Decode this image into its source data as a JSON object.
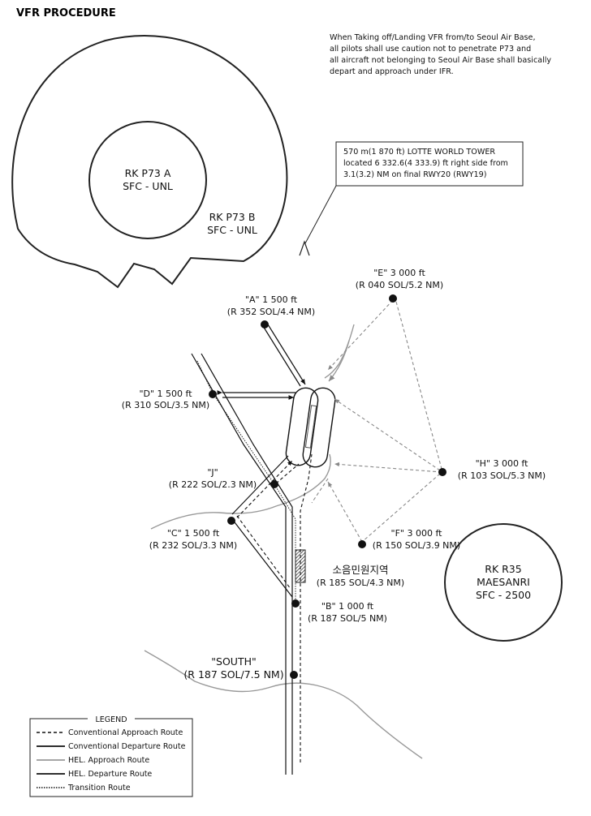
{
  "title": "VFR  PROCEDURE",
  "caution_note": [
    "When Taking off/Landing VFR from/to Seoul Air Base,",
    "all pilots shall use caution not to penetrate P73 and",
    "all aircraft not belonging to Seoul Air Base shall basically",
    "depart and approach under IFR."
  ],
  "tower_note": [
    "570 m(1 870 ft) LOTTE WORLD TOWER",
    "located 6 332.6(4 333.9) ft right side from",
    "3.1(3.2) NM on final RWY20 (RWY19)"
  ],
  "airspace": {
    "p73a": {
      "name": "RK P73 A",
      "limits": "SFC - UNL"
    },
    "p73b": {
      "name": "RK P73 B",
      "limits": "SFC - UNL"
    },
    "r35": {
      "name": "RK R35",
      "place": "MAESANRI",
      "limits": "SFC - 2500"
    }
  },
  "points": {
    "A": {
      "label": "\"A\" 1 500 ft",
      "radial": "(R 352 SOL/4.4 NM)"
    },
    "E": {
      "label": "\"E\" 3 000 ft",
      "radial": "(R 040 SOL/5.2 NM)"
    },
    "D": {
      "label": "\"D\" 1 500 ft",
      "radial": "(R 310 SOL/3.5 NM)"
    },
    "H": {
      "label": "\"H\" 3 000 ft",
      "radial": "(R 103 SOL/5.3 NM)"
    },
    "J": {
      "label": "\"J\"",
      "radial": "(R 222 SOL/2.3 NM)"
    },
    "C": {
      "label": "\"C\" 1 500 ft",
      "radial": "(R 232 SOL/3.3 NM)"
    },
    "F": {
      "label": "\"F\" 3 000 ft",
      "radial": "(R 150 SOL/3.9 NM)"
    },
    "NOISE": {
      "label": "소음민원지역",
      "radial": "(R 185 SOL/4.3 NM)"
    },
    "B": {
      "label": "\"B\" 1 000 ft",
      "radial": "(R 187 SOL/5 NM)"
    },
    "SOUTH": {
      "label": "\"SOUTH\"",
      "radial": "(R 187 SOL/7.5 NM)"
    }
  },
  "legend": {
    "title": "LEGEND",
    "items": [
      "Conventional Approach Route",
      "Conventional Departure Route",
      "HEL. Approach Route",
      "HEL. Departure Route",
      "Transition Route"
    ]
  }
}
